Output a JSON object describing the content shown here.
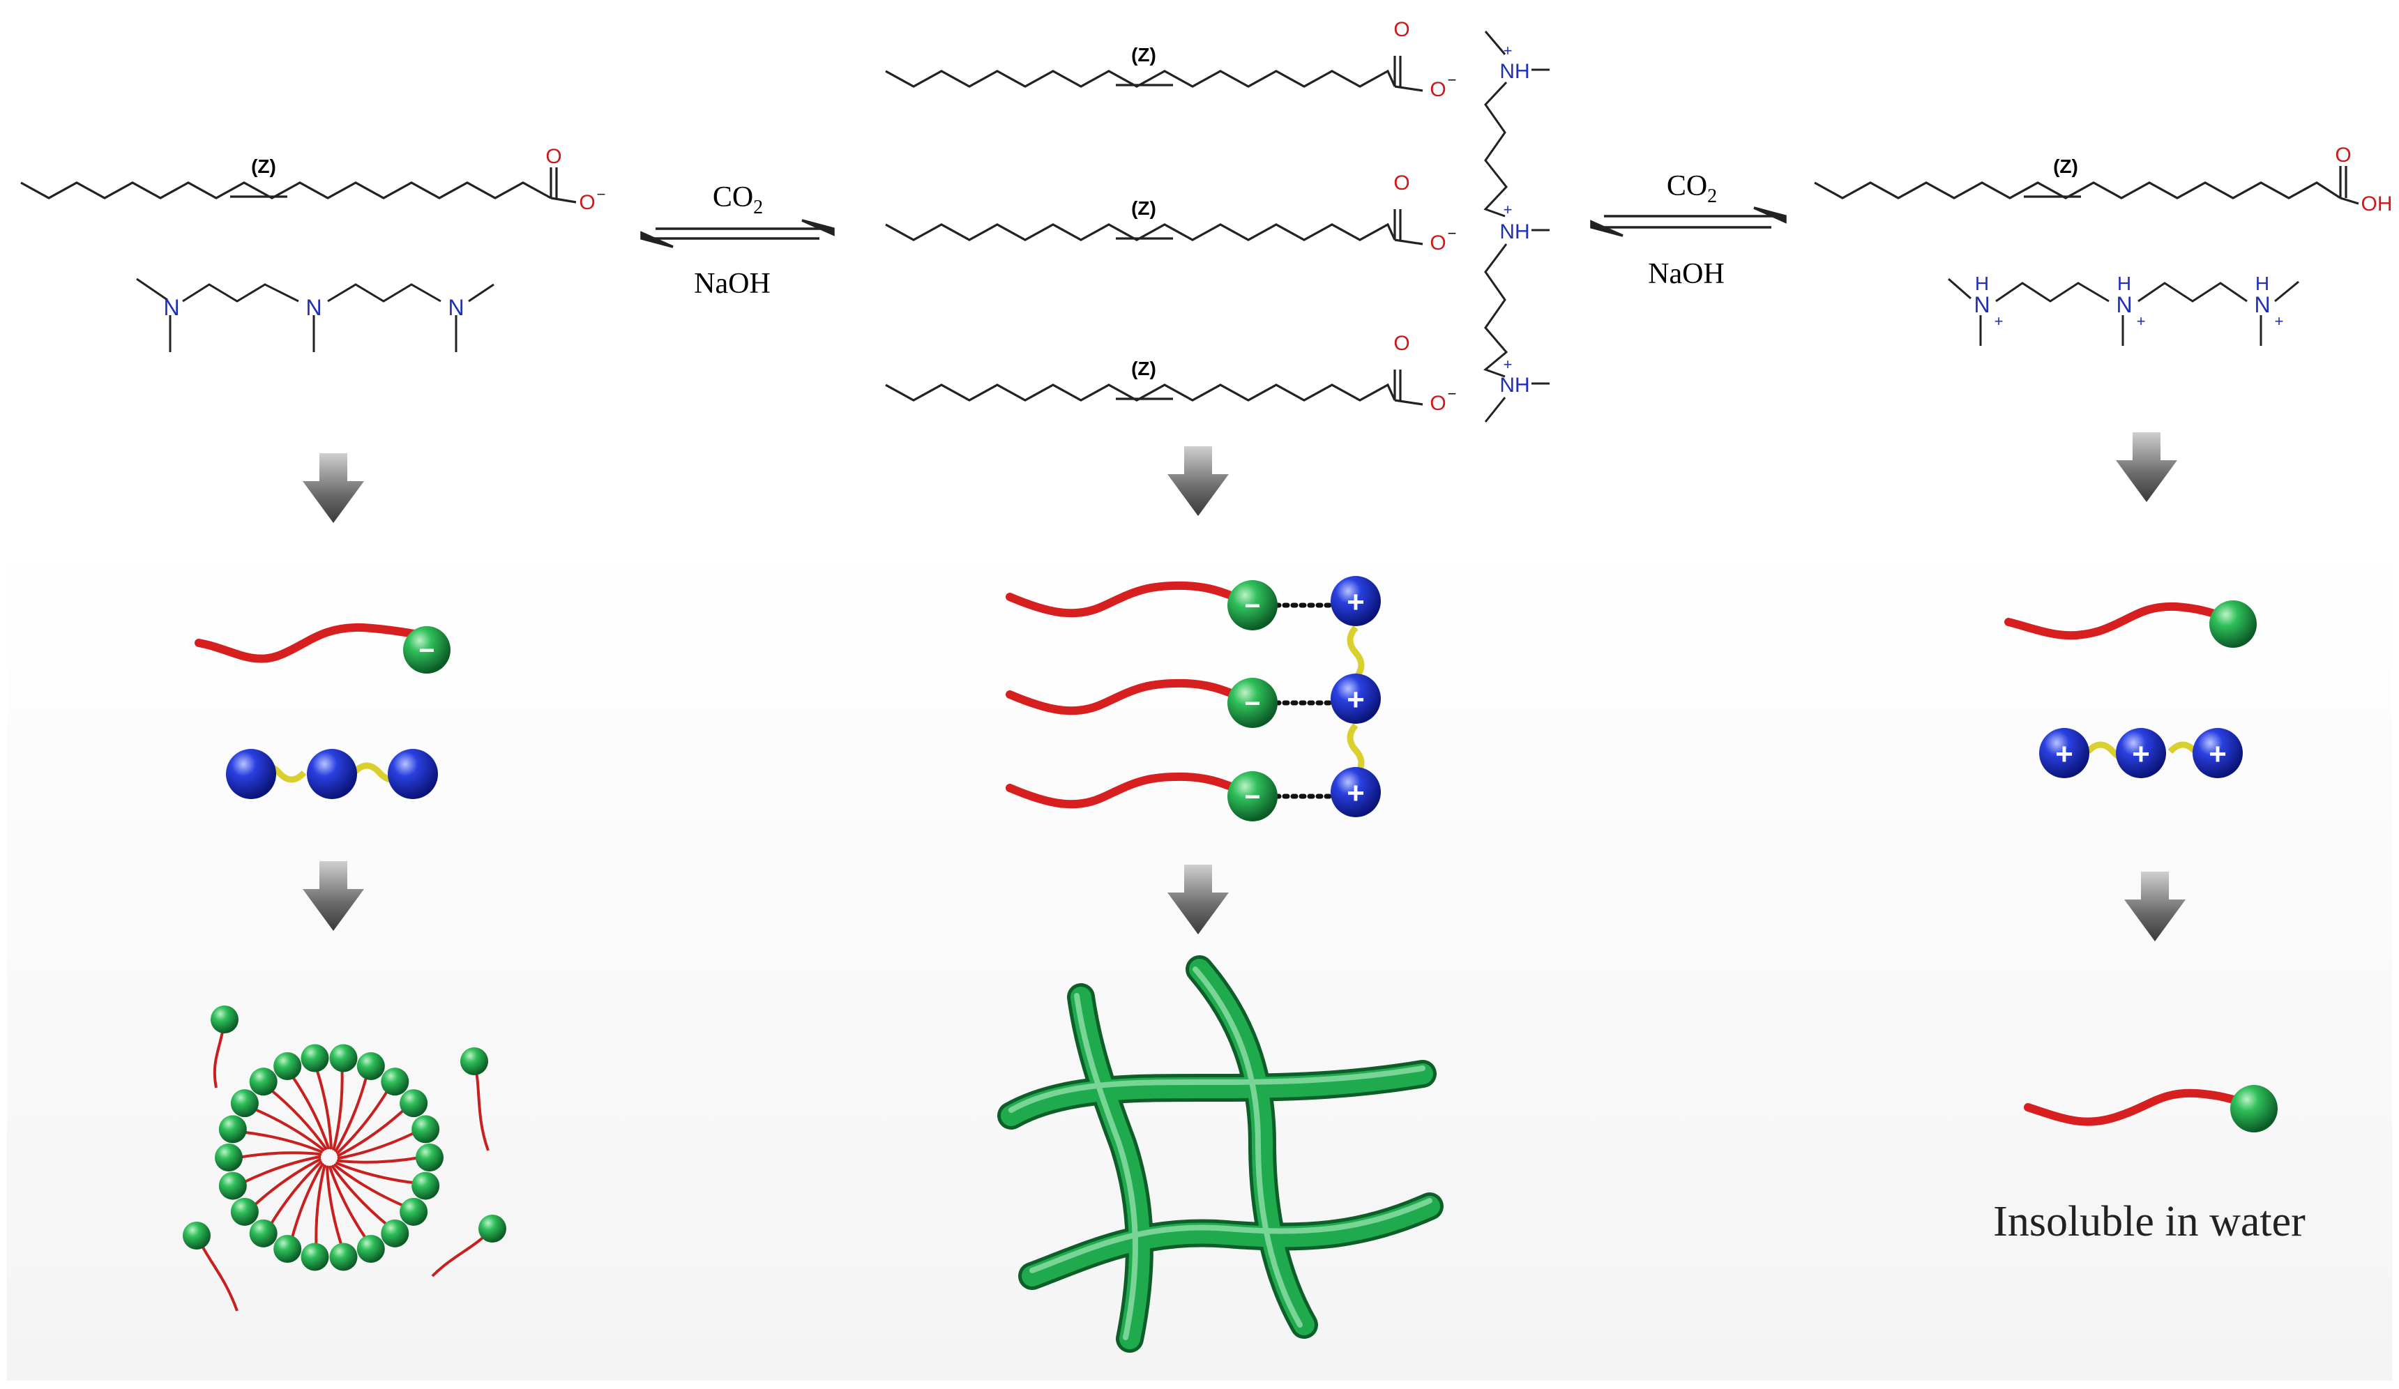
{
  "colors": {
    "tail": "#d71f1f",
    "anion_head": "#1f9e45",
    "cation_head": "#1f2fc4",
    "linker": "#d9cf2e",
    "fiber": "#1fa24b",
    "nitrogen": "#1f2fb8",
    "oxygen": "#d01818",
    "bond": "#222222",
    "arrow_gray": "#5a5a5a"
  },
  "labels": {
    "z_tag": "(Z)",
    "o_minus": "O",
    "minus": "−",
    "plus": "+",
    "o_atom": "O",
    "oh": "OH",
    "n_atom": "N",
    "h_atom": "H",
    "nh": "NH",
    "co2": "CO",
    "co2_sub": "2",
    "naoh": "NaOH",
    "insoluble": "Insoluble in water"
  },
  "icons": {
    "down_arrow": "down-arrow-icon",
    "reaction_equilibrium": "equilibrium-arrow-icon"
  }
}
